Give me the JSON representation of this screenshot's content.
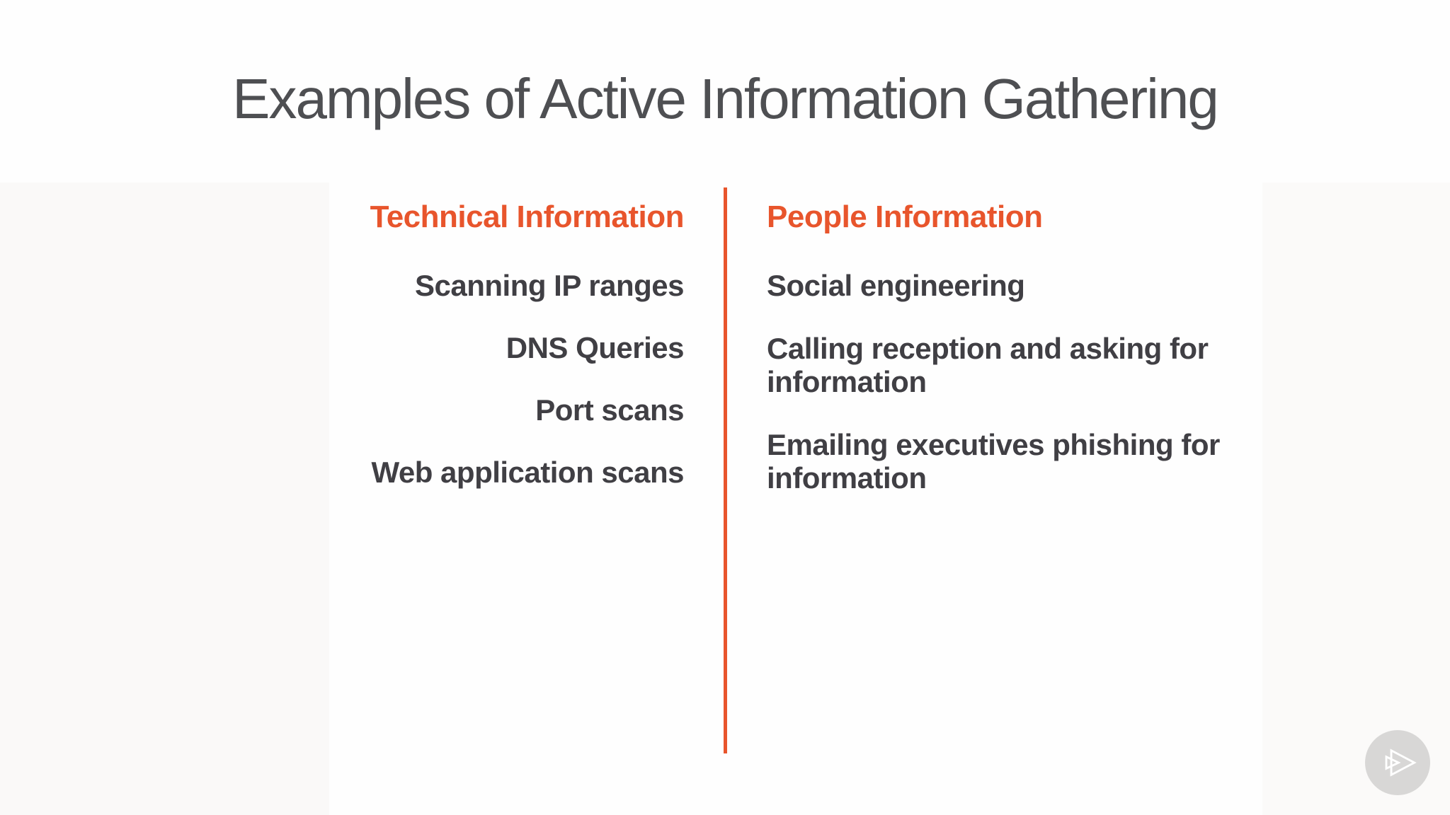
{
  "slide": {
    "title": "Examples of Active Information Gathering",
    "columns": {
      "left": {
        "heading": "Technical Information",
        "items": [
          "Scanning IP ranges",
          "DNS Queries",
          "Port scans",
          "Web application scans"
        ]
      },
      "right": {
        "heading": "People Information",
        "items": [
          "Social engineering",
          "Calling reception and asking for information",
          "Emailing executives phishing for information"
        ]
      }
    },
    "colors": {
      "accent_orange": "#e8552c",
      "title_text": "#4e4f52",
      "body_text": "#403f44",
      "watermark_circle": "#d8d7d6",
      "background": "#fefefe"
    },
    "watermark_icon": "pluralsight-play-icon"
  }
}
